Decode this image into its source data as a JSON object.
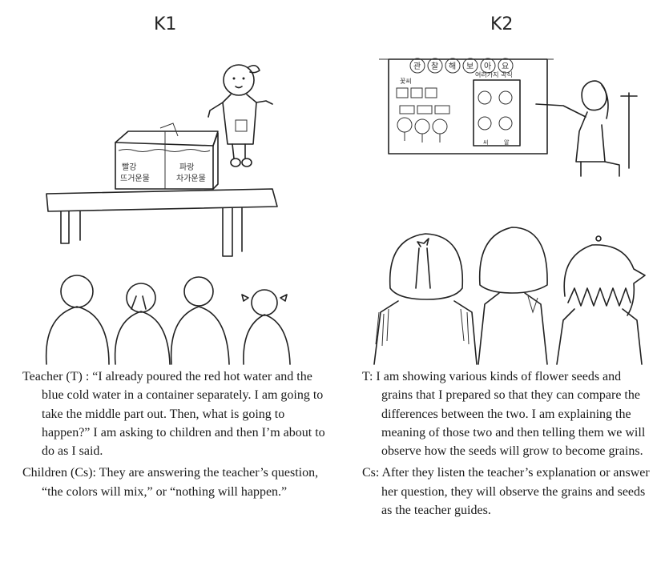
{
  "panels": [
    {
      "title": "K1",
      "drawing_text": {
        "tank_left": [
          "빨강",
          "뜨거운물"
        ],
        "tank_right": [
          "파랑",
          "차가운물"
        ]
      },
      "caption": [
        "Teacher (T) : “I already poured the red hot water and the blue cold water in a container separately. I am going to take the middle part out. Then, what is going to happen?” I am asking to children and then I’m about to do as I said.",
        "Children (Cs): They are answering the teacher’s question, “the colors will mix,” or “nothing will happen.”"
      ]
    },
    {
      "title": "K2",
      "drawing_text": {
        "board_circles": [
          "관",
          "찰",
          "해",
          "보",
          "아",
          "요"
        ],
        "board_left_label": "꽃씨",
        "board_right_label": "여러가지 곡식",
        "board_bottom_labels": [
          "씨",
          "알"
        ]
      },
      "caption": [
        "T: I am showing various kinds of flower seeds and grains that I prepared so that they can compare the differences between the two. I am explaining the meaning of those two and then telling them we will observe how the seeds will grow to become grains.",
        "Cs: After they listen the teacher’s explanation or answer her question, they will observe the grains and seeds as the teacher guides."
      ]
    }
  ]
}
